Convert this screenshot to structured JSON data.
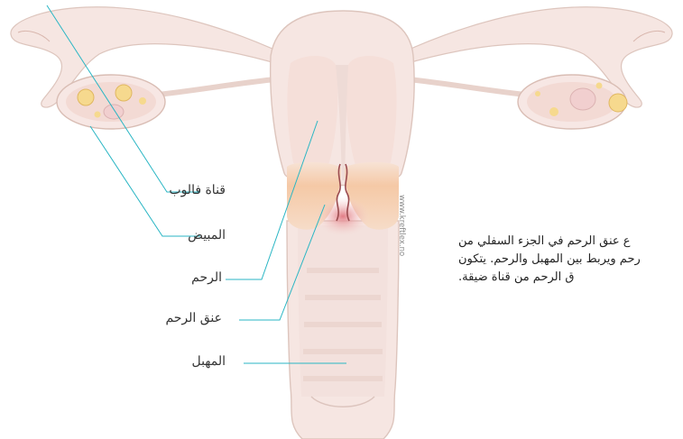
{
  "labels": {
    "fallopian_tube": "قناة فالوب",
    "ovary": "المبيض",
    "uterus": "الرحم",
    "cervix": "عنق الرحم",
    "vagina": "المهبل"
  },
  "description": {
    "line1": "ع عنق الرحم في الجزء السفلي من",
    "line2": "رحم ويربط بين المهبل والرحم. يتكون",
    "line3": "ق الرحم من قناة ضيقة."
  },
  "watermark": "www.kreftlex.no",
  "colors": {
    "tissue": "#f6e6e2",
    "tissue_outline": "#ddc5bd",
    "inner": "#eddcd6",
    "cervix": "#f6d2b2",
    "canal": "#cd6a70",
    "leader": "#2ab6c4"
  }
}
